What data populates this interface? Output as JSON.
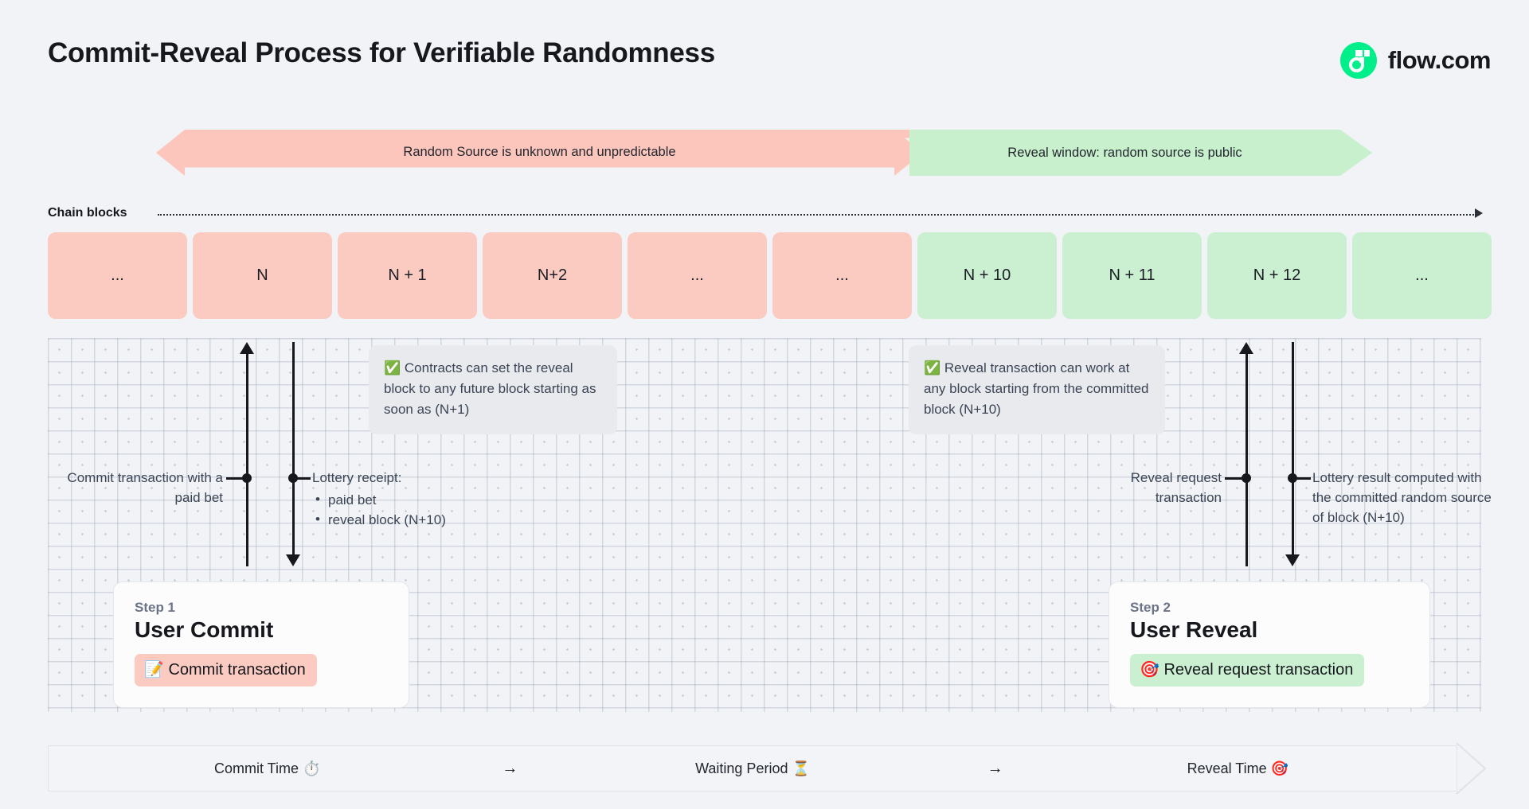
{
  "header": {
    "title": "Commit-Reveal Process for Verifiable Randomness",
    "brand_name": "flow.com",
    "brand_color": "#00ef8b"
  },
  "phase_banners": [
    {
      "label": "Random Source is unknown and unpredictable",
      "color": "#fcc6bd",
      "direction": "double"
    },
    {
      "label": "Reveal window: random source is public",
      "color": "#c8f0cd",
      "direction": "right"
    }
  ],
  "chain": {
    "label": "Chain blocks",
    "blocks": [
      {
        "label": "...",
        "state": "pink"
      },
      {
        "label": "N",
        "state": "pink"
      },
      {
        "label": "N + 1",
        "state": "pink"
      },
      {
        "label": "N+2",
        "state": "pink"
      },
      {
        "label": "...",
        "state": "pink"
      },
      {
        "label": "...",
        "state": "pink"
      },
      {
        "label": "N + 10",
        "state": "green"
      },
      {
        "label": "N + 11",
        "state": "green"
      },
      {
        "label": "N + 12",
        "state": "green"
      },
      {
        "label": "...",
        "state": "green"
      }
    ],
    "pink_color": "#fbcbc2",
    "green_color": "#cbefd1"
  },
  "callouts": [
    {
      "text": "✅ Contracts can set the reveal block to any future block starting as soon as (N+1)"
    },
    {
      "text": "✅ Reveal transaction can work at any block starting from the committed block (N+10)"
    }
  ],
  "annotations": {
    "commit_tx": "Commit transaction with a paid bet",
    "lottery_receipt_title": "Lottery receipt:",
    "lottery_receipt_items": [
      "paid bet",
      "reveal block (N+10)"
    ],
    "reveal_request": "Reveal request transaction",
    "lottery_result": "Lottery result computed with the committed random source of block (N+10)"
  },
  "steps": [
    {
      "kicker": "Step 1",
      "title": "User Commit",
      "chip": "📝 Commit transaction",
      "chip_color": "#fbcbc2"
    },
    {
      "kicker": "Step 2",
      "title": "User Reveal",
      "chip": "🎯 Reveal request transaction",
      "chip_color": "#cbefd1"
    }
  ],
  "timeline": {
    "segments": [
      "Commit Time ⏱️",
      "Waiting Period ⏳",
      "Reveal Time 🎯"
    ],
    "separator": "→"
  }
}
